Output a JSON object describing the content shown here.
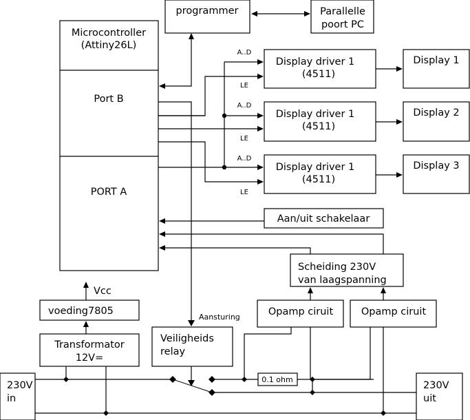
{
  "diagram": {
    "blocks": {
      "microcontroller": {
        "title_line1": "Microcontroller",
        "title_line2": "(Attiny26L)",
        "port_b": "Port B",
        "port_a": "PORT A"
      },
      "programmer": "programmer",
      "parallel_port": {
        "line1": "Parallelle",
        "line2": "poort PC"
      },
      "display_drivers": [
        {
          "line1": "Display driver 1",
          "line2": "(4511)"
        },
        {
          "line1": "Display driver 1",
          "line2": "(4511)"
        },
        {
          "line1": "Display driver 1",
          "line2": "(4511)"
        }
      ],
      "displays": [
        "Display 1",
        "Display 2",
        "Display 3"
      ],
      "switch": "Aan/uit schakelaar",
      "isolation": {
        "line1": "Scheiding 230V",
        "line2": "van laagspanning"
      },
      "opamps": [
        "Opamp ciruit",
        "Opamp ciruit"
      ],
      "regulator": "voeding7805",
      "transformer": {
        "line1": "Transformator",
        "line2": "12V="
      },
      "relay": {
        "line1": "Veiligheids",
        "line2": "relay"
      },
      "mains_in": {
        "line1": "230V",
        "line2": "in"
      },
      "mains_out": {
        "line1": "230V",
        "line2": "uit"
      },
      "shunt": "0.1 ohm"
    },
    "signal_labels": {
      "data_bus": "A..D",
      "latch_enable": "LE",
      "vcc": "Vcc",
      "drive": "Aansturing"
    }
  }
}
